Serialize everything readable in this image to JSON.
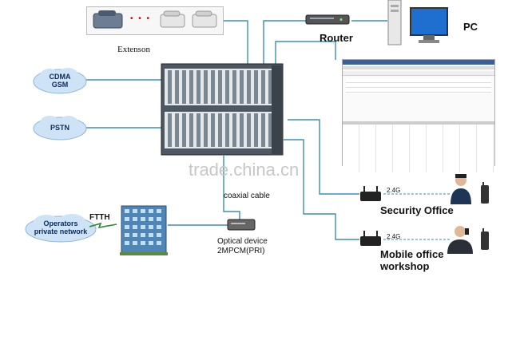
{
  "labels": {
    "extension": "Extenson",
    "router": "Router",
    "pc": "PC",
    "cdma_gsm": [
      "CDMA",
      "GSM"
    ],
    "pstn": "PSTN",
    "operators": [
      "Operators",
      "private network"
    ],
    "ftth": "FTTH",
    "coaxial": "coaxial cable",
    "optical": [
      "Optical device",
      "2MPCM(PRI)"
    ],
    "security": "Security Office",
    "mobile": [
      "Mobile office",
      "workshop"
    ],
    "watermark": "trade.china.cn",
    "link_24g_1": "2.4G",
    "link_24g_2": "2.4G",
    "phone_dots": "• • •"
  },
  "colors": {
    "line": "#3a8fb0",
    "cloud": "#cfe3f7",
    "cloud_edge": "#8fb4dc",
    "rack": "#5a6470"
  }
}
